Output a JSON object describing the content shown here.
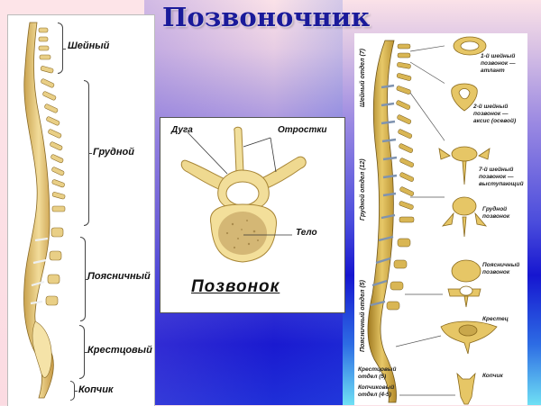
{
  "title": "Позвоночник",
  "left_panel": {
    "regions": [
      {
        "label": "Шейный"
      },
      {
        "label": "Грудной"
      },
      {
        "label": "Поясничный"
      },
      {
        "label": "Крестцовый"
      },
      {
        "label": "Копчик"
      }
    ]
  },
  "center_panel": {
    "caption": "Позвонок",
    "parts": {
      "arch": "Дуга",
      "processes": "Отростки",
      "body": "Тело"
    }
  },
  "right_panel": {
    "vertical_labels": {
      "cervical": "Шейный отдел (7)",
      "thoracic": "Грудной отдел (12)",
      "lumbar": "Поясничный отдел (5)"
    },
    "bottom_labels": {
      "sacral": [
        "Крестцовый",
        "отдел (5)"
      ],
      "coccyx": [
        "Копчиковый",
        "отдел (4-5)"
      ]
    },
    "vertebrae": [
      {
        "lines": [
          "1-й шейный",
          "позвонок —",
          "атлант"
        ]
      },
      {
        "lines": [
          "2-й шейный",
          "позвонок —",
          "аксис (осевой)"
        ]
      },
      {
        "lines": [
          "7-й шейный",
          "позвонок —",
          "выступающий"
        ]
      },
      {
        "lines": [
          "Грудной",
          "позвонок"
        ]
      },
      {
        "lines": [
          "Поясничный",
          "позвонок"
        ]
      },
      {
        "lines": [
          "Крестец"
        ]
      },
      {
        "lines": [
          "Копчик"
        ]
      }
    ]
  },
  "colors": {
    "title": "#1a1a9a",
    "bone": "#e8c878",
    "bone_dark": "#b08a30",
    "disc": "#7f93b0",
    "bg_top": "#fbe0e6",
    "bg_mid": "#1818cc",
    "bg_bottom_right": "#6fe0f4"
  }
}
